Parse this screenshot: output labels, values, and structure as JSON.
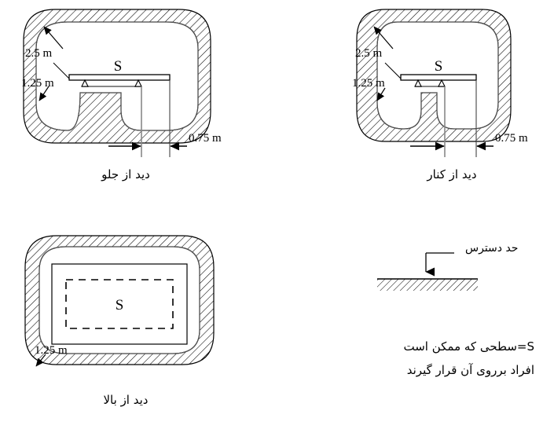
{
  "diagram": {
    "title_present": false,
    "stroke_color": "#000000",
    "hatch_color": "#000000",
    "background": "#ffffff"
  },
  "views": {
    "front": {
      "caption": "دید از جلو",
      "surface_label": "S",
      "dims": {
        "height_clearance": "2.5 m",
        "side_clearance": "1.25 m",
        "bottom_offset": "0.75 m"
      }
    },
    "side": {
      "caption": "دید از کنار",
      "surface_label": "S",
      "dims": {
        "height_clearance": "2.5 m",
        "side_clearance": "1.25 m",
        "bottom_offset": "0.75 m"
      }
    },
    "top": {
      "caption": "دید از بالا",
      "surface_label": "S",
      "dims": {
        "edge_clearance": "1.25 m"
      }
    }
  },
  "legend": {
    "access_limit_label": "حد دسترس",
    "surface_note_line1": "S=سطحی که ممکن است",
    "surface_note_line2": "افراد برروی آن قرار گیرند"
  }
}
